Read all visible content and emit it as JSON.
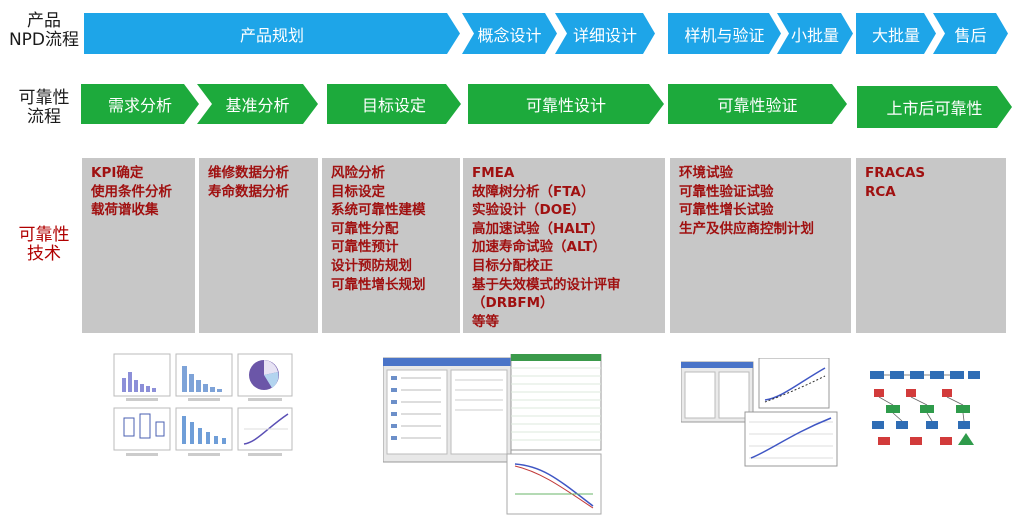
{
  "row_labels": {
    "npd": [
      "产品",
      "NPD流程"
    ],
    "reliability_process": [
      "可靠性",
      "流程"
    ],
    "reliability_tech": [
      "可靠性",
      "技术"
    ]
  },
  "npd_stages": [
    "产品规划",
    "概念设计",
    "详细设计",
    "样机与验证",
    "小批量",
    "大批量",
    "售后"
  ],
  "reliability_stages": [
    "需求分析",
    "基准分析",
    "目标设定",
    "可靠性设计",
    "可靠性验证",
    "上市后可靠性"
  ],
  "techniques": [
    [
      "KPI确定",
      "使用条件分析",
      "载荷谱收集"
    ],
    [
      "维修数据分析",
      "寿命数据分析"
    ],
    [
      "风险分析",
      "目标设定",
      "系统可靠性建模",
      "可靠性分配",
      "可靠性预计",
      "设计预防规划",
      "可靠性增长规划"
    ],
    [
      "FMEA",
      "故障树分析（FTA）",
      "实验设计（DOE）",
      "高加速试验（HALT）",
      "加速寿命试验（ALT）",
      "目标分配校正",
      "基于失效模式的设计评审",
      "（DRBFM）",
      "等等"
    ],
    [
      "环境试验",
      "可靠性验证试验",
      "可靠性增长试验",
      "生产及供应商控制计划"
    ],
    [
      "FRACAS",
      "RCA"
    ]
  ],
  "colors": {
    "npd_blue": "#1ea5e8",
    "process_green": "#1daa3c",
    "tech_box_grey": "#c7c7c7",
    "tech_text_red": "#a01010",
    "label_red": "#b00000"
  }
}
